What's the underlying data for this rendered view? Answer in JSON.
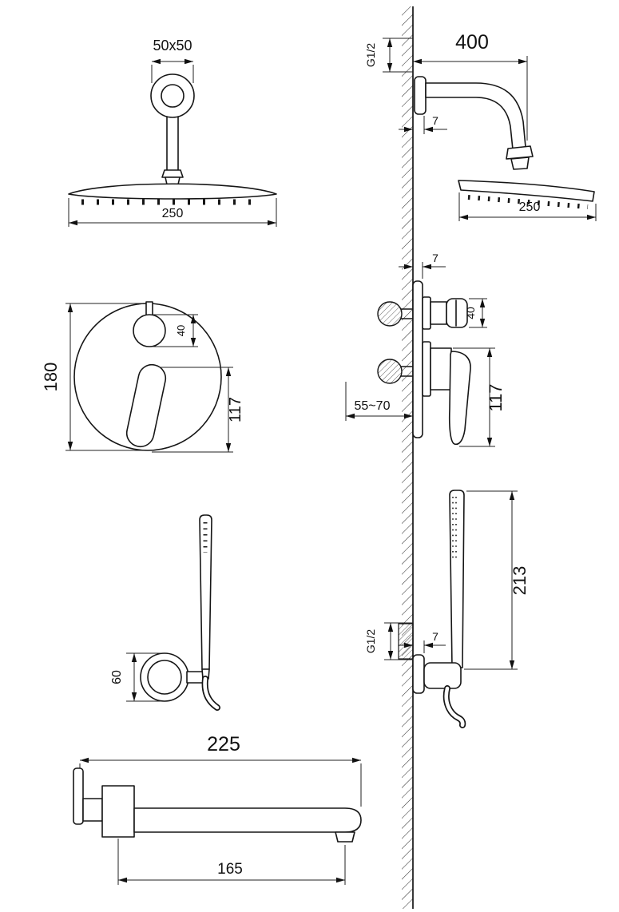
{
  "views": {
    "overhead_shower_front": {
      "flange_size": "50x50",
      "head_width": "250"
    },
    "overhead_shower_side": {
      "inlet_thread": "G1/2",
      "arm_length": "400",
      "trim_thickness": "7",
      "head_width": "250"
    },
    "mixer_front": {
      "plate_diameter": "180",
      "diverter_knob": "40",
      "handle_length": "117"
    },
    "mixer_side": {
      "trim_thickness": "7",
      "knob_height": "40",
      "body_height": "117",
      "install_depth": "55~70"
    },
    "hand_shower_front": {
      "holder_diameter": "60"
    },
    "hand_shower_side": {
      "wand_length": "213",
      "outlet_thread": "G1/2",
      "trim_thickness": "7"
    },
    "spout": {
      "total_reach": "225",
      "aerator_reach": "165"
    }
  }
}
